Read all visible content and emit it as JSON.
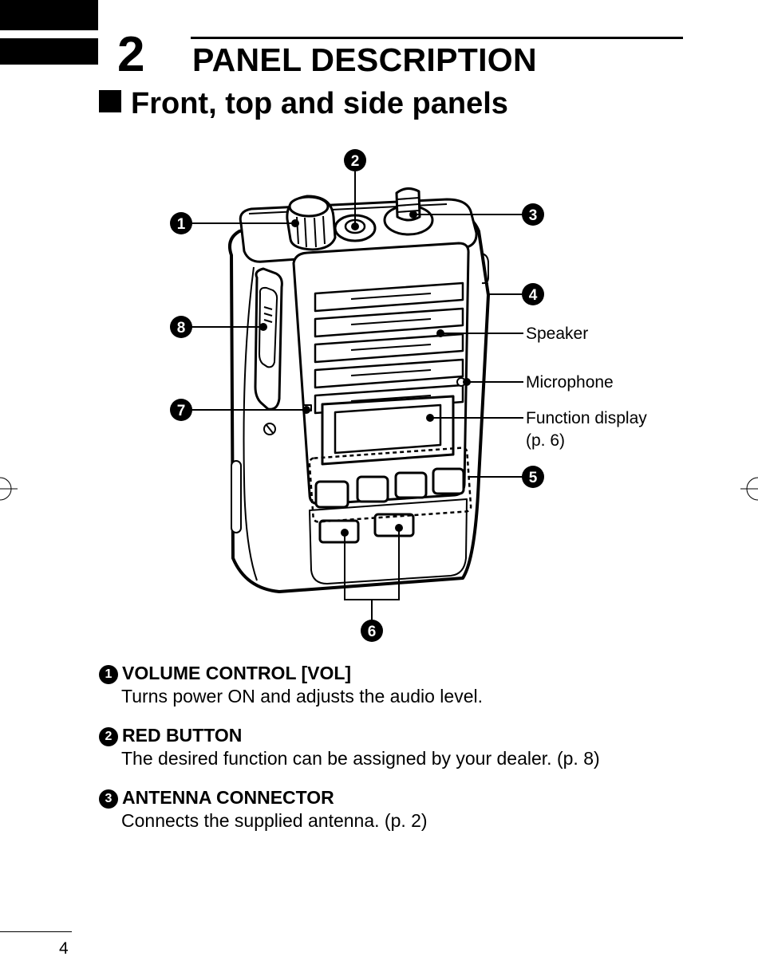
{
  "chapter": {
    "number": "2",
    "title": "PANEL DESCRIPTION"
  },
  "section": {
    "title": "Front, top and side panels"
  },
  "diagram": {
    "callout_numbers": [
      "1",
      "2",
      "3",
      "4",
      "5",
      "6",
      "7",
      "8"
    ],
    "labels": {
      "speaker": "Speaker",
      "microphone": "Microphone",
      "function_display_line1": "Function display",
      "function_display_line2": "(p. 6)"
    }
  },
  "descriptions": [
    {
      "num": "1",
      "heading": "VOLUME CONTROL [VOL]",
      "text": "Turns power ON and adjusts the audio level."
    },
    {
      "num": "2",
      "heading": "RED BUTTON",
      "text": "The desired function can be assigned by your dealer. (p. 8)"
    },
    {
      "num": "3",
      "heading": "ANTENNA CONNECTOR",
      "text": "Connects the supplied antenna. (p. 2)"
    }
  ],
  "page_number": "4"
}
